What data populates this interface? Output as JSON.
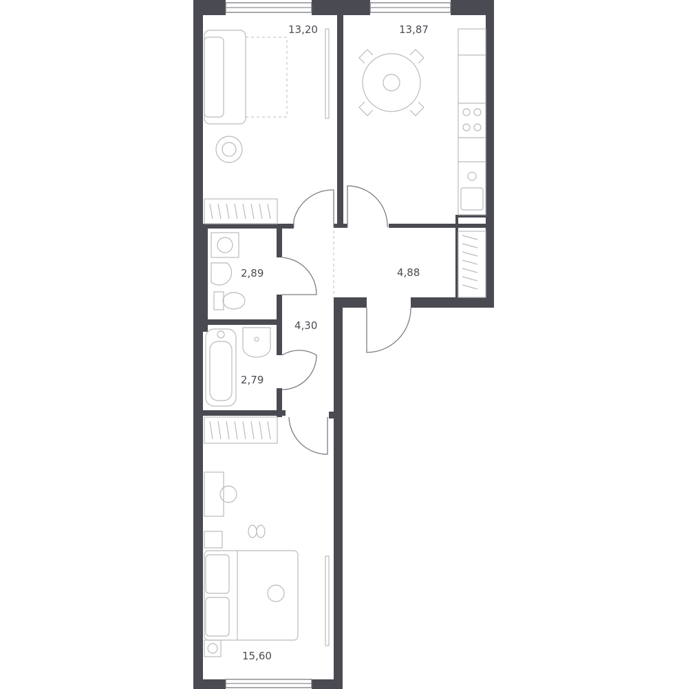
{
  "rooms": [
    {
      "id": "living-room",
      "area": "13,20"
    },
    {
      "id": "kitchen",
      "area": "13,87"
    },
    {
      "id": "toilet",
      "area": "2,89"
    },
    {
      "id": "hallway",
      "area": "4,30"
    },
    {
      "id": "hall",
      "area": "4,88"
    },
    {
      "id": "bathroom",
      "area": "2,79"
    },
    {
      "id": "bedroom",
      "area": "15,60"
    }
  ],
  "colors": {
    "wall": "#4a4b52",
    "text": "#4a4b52",
    "furniture": "#b9babe",
    "background": "#ffffff"
  },
  "icons": {
    "kitchen": [
      "dining-table-icon",
      "stove-icon",
      "sink-icon"
    ],
    "living-room": [
      "sofa-icon",
      "plant-icon"
    ],
    "bedroom": [
      "bed-icon",
      "desk-icon",
      "slippers-icon"
    ],
    "bathroom": [
      "bathtub-icon",
      "washbasin-icon"
    ],
    "toilet": [
      "toilet-icon",
      "washing-machine-icon"
    ]
  }
}
